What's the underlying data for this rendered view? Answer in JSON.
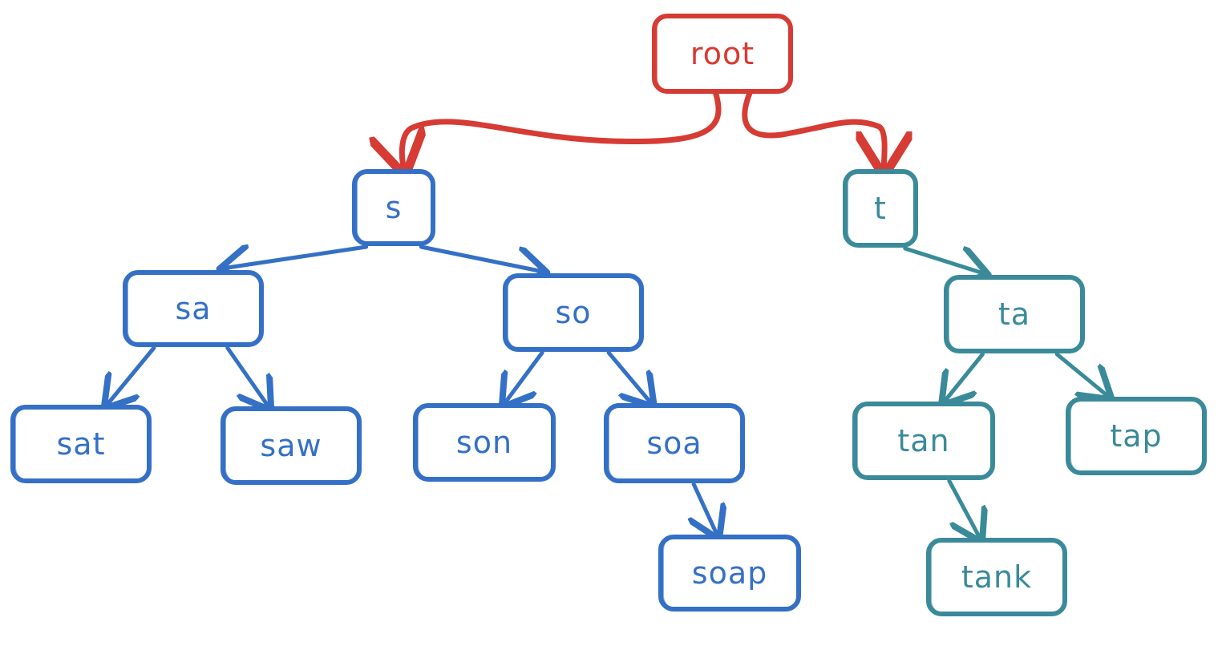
{
  "colors": {
    "root": "#d63b34",
    "s_branch": "#3470c6",
    "t_branch": "#3a8a9a"
  },
  "nodes": [
    {
      "id": "root",
      "label": "root",
      "branch": "root"
    },
    {
      "id": "s",
      "label": "s",
      "branch": "s_branch"
    },
    {
      "id": "t",
      "label": "t",
      "branch": "t_branch"
    },
    {
      "id": "sa",
      "label": "sa",
      "branch": "s_branch"
    },
    {
      "id": "so",
      "label": "so",
      "branch": "s_branch"
    },
    {
      "id": "ta",
      "label": "ta",
      "branch": "t_branch"
    },
    {
      "id": "sat",
      "label": "sat",
      "branch": "s_branch"
    },
    {
      "id": "saw",
      "label": "saw",
      "branch": "s_branch"
    },
    {
      "id": "son",
      "label": "son",
      "branch": "s_branch"
    },
    {
      "id": "soa",
      "label": "soa",
      "branch": "s_branch"
    },
    {
      "id": "tan",
      "label": "tan",
      "branch": "t_branch"
    },
    {
      "id": "tap",
      "label": "tap",
      "branch": "t_branch"
    },
    {
      "id": "soap",
      "label": "soap",
      "branch": "s_branch"
    },
    {
      "id": "tank",
      "label": "tank",
      "branch": "t_branch"
    }
  ],
  "edges": [
    {
      "from": "root",
      "to": "s",
      "branch": "root"
    },
    {
      "from": "root",
      "to": "t",
      "branch": "root"
    },
    {
      "from": "s",
      "to": "sa",
      "branch": "s_branch"
    },
    {
      "from": "s",
      "to": "so",
      "branch": "s_branch"
    },
    {
      "from": "sa",
      "to": "sat",
      "branch": "s_branch"
    },
    {
      "from": "sa",
      "to": "saw",
      "branch": "s_branch"
    },
    {
      "from": "so",
      "to": "son",
      "branch": "s_branch"
    },
    {
      "from": "so",
      "to": "soa",
      "branch": "s_branch"
    },
    {
      "from": "soa",
      "to": "soap",
      "branch": "s_branch"
    },
    {
      "from": "t",
      "to": "ta",
      "branch": "t_branch"
    },
    {
      "from": "ta",
      "to": "tan",
      "branch": "t_branch"
    },
    {
      "from": "ta",
      "to": "tap",
      "branch": "t_branch"
    },
    {
      "from": "tan",
      "to": "tank",
      "branch": "t_branch"
    }
  ]
}
